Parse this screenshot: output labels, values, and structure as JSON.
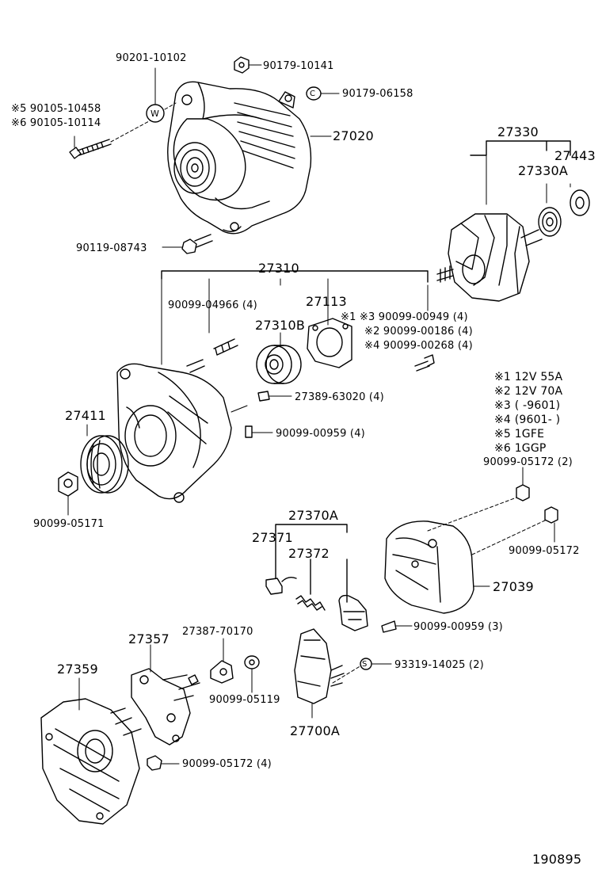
{
  "labels": {
    "p90201_10102": "90201-10102",
    "p90179_10141": "90179-10141",
    "p90179_06158": "90179-06158",
    "p90105_10458": "※5 90105-10458",
    "p90105_10114": "※6 90105-10114",
    "p27020": "27020",
    "p90119_08743": "90119-08743",
    "p27330": "27330",
    "p27443": "27443",
    "p27330A": "27330A",
    "p27310": "27310",
    "p90099_04966": "90099-04966 (4)",
    "p27113": "27113",
    "p27310B": "27310B",
    "p90099_00949": "※1 ※3 90099-00949 (4)",
    "p90099_00186": "※2 90099-00186 (4)",
    "p90099_00268": "※4 90099-00268 (4)",
    "p27389_63020": "27389-63020 (4)",
    "p27411": "27411",
    "p90099_00959a": "90099-00959 (4)",
    "p90099_05171": "90099-05171",
    "p90099_05172a": "90099-05172 (2)",
    "p90099_05172b": "90099-05172",
    "p27039": "27039",
    "p27370A": "27370A",
    "p27371": "27371",
    "p27372": "27372",
    "p90099_00959b": "90099-00959 (3)",
    "p27387_70170": "27387-70170",
    "p27357": "27357",
    "p27359": "27359",
    "p93319_14025": "93319-14025 (2)",
    "p90099_05119": "90099-05119",
    "p27700A": "27700A",
    "p90099_05172c": "90099-05172 (4)",
    "diagram_id": "190895"
  },
  "notes": [
    "※1 12V 55A",
    "※2 12V 70A",
    "※3 (      -9601)",
    "※4 (9601-      )",
    "※5 1GFE",
    "※6 1GGP"
  ],
  "washer_marks": {
    "w": "W",
    "c": "C",
    "s": "S"
  }
}
